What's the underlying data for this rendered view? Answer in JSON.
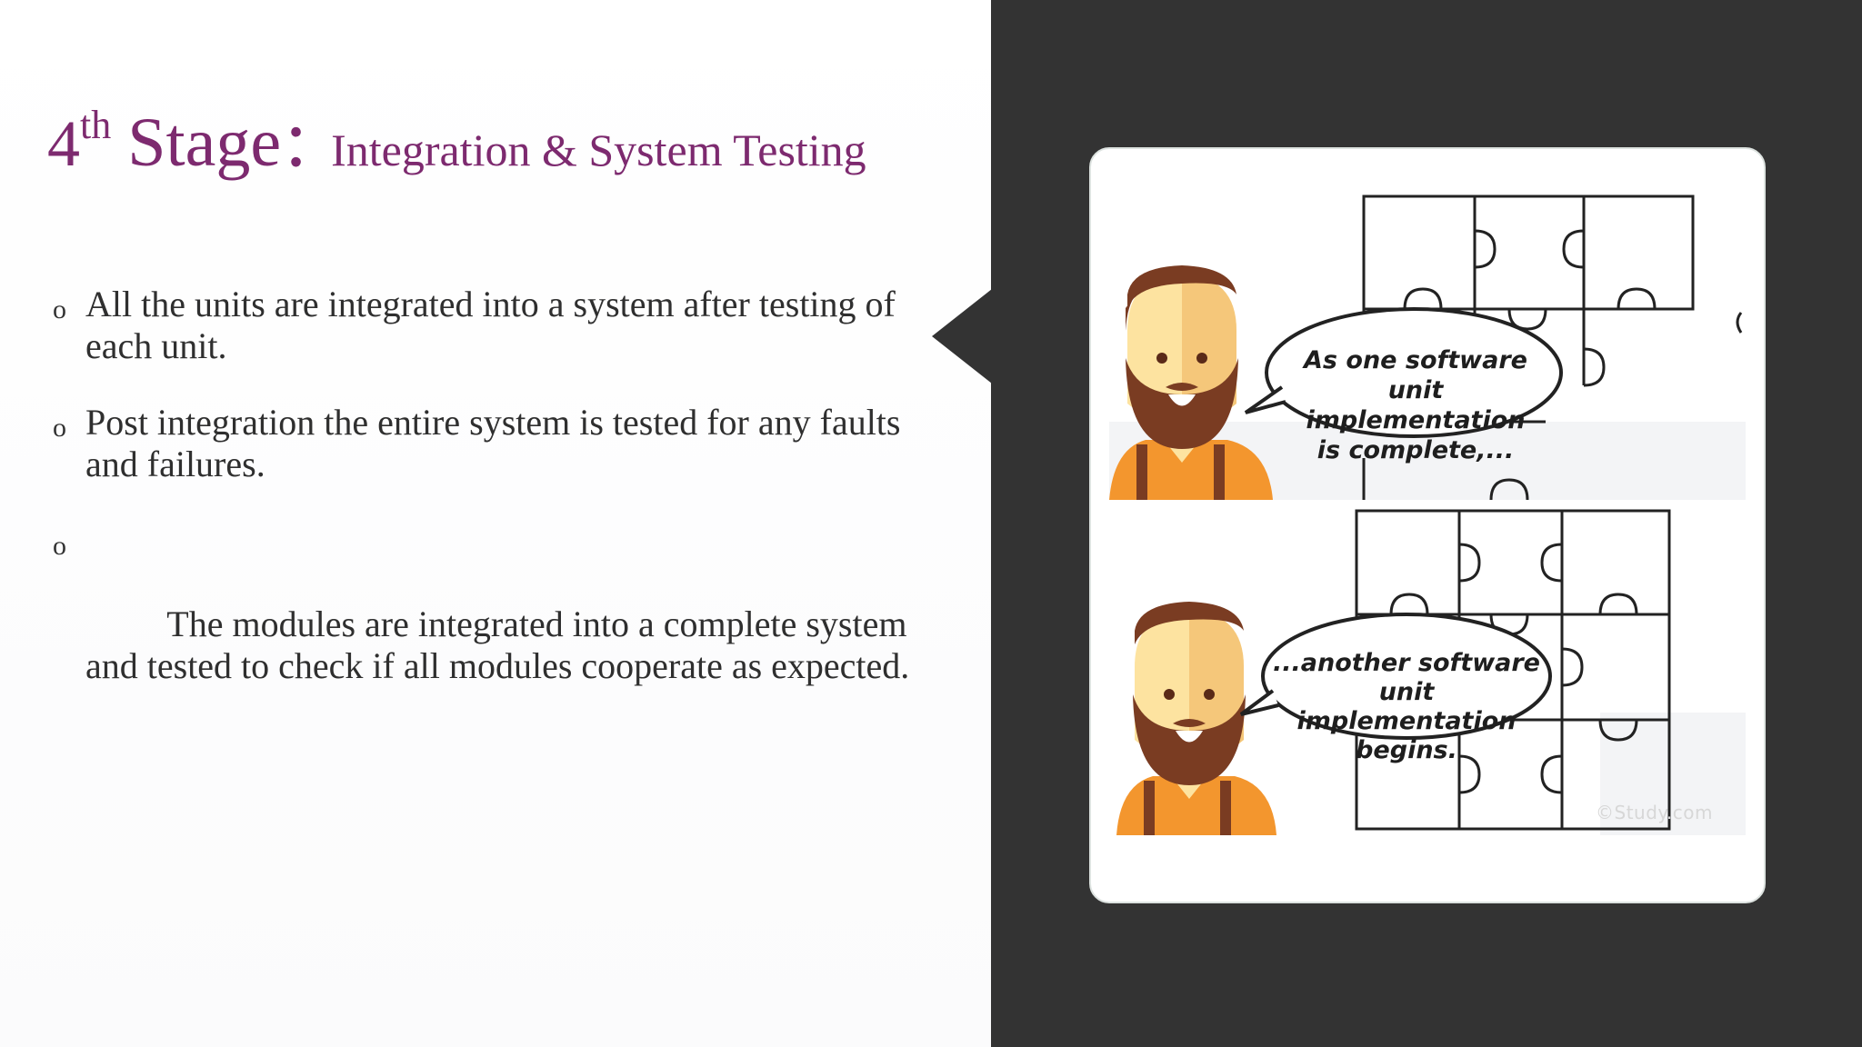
{
  "title": {
    "number": "4",
    "suffix": "th",
    "stage": "Stage",
    "colon": ":",
    "subtitle": "Integration & System Testing"
  },
  "bullets": {
    "marker": "o",
    "items": [
      "All the units are integrated into a system after testing of each unit.",
      "Post integration the entire system is tested for any faults and failures.",
      " The modules are integrated into a complete system and tested to check if all modules cooperate as expected."
    ]
  },
  "illustration": {
    "bubble_top": [
      "As one software",
      "unit implementation",
      "is complete,..."
    ],
    "bubble_bottom": [
      "...another software",
      "unit implementation",
      "begins."
    ],
    "watermark": "©Study.com"
  },
  "colors": {
    "title": "#7d2a6f",
    "text": "#2f2f2f",
    "dark_panel": "#333333",
    "shirt": "#f3962e",
    "beard": "#7a3c22",
    "skin": "#fde3a0"
  }
}
